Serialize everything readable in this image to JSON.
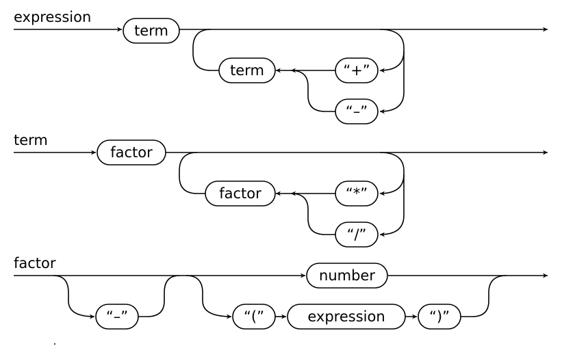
{
  "rules": {
    "expression": {
      "name": "expression",
      "nodes": {
        "term_first": "term",
        "term_loop": "term",
        "plus": "“+”",
        "minus": "“–”"
      }
    },
    "term": {
      "name": "term",
      "nodes": {
        "factor_first": "factor",
        "factor_loop": "factor",
        "times": "“*”",
        "divide": "“/”"
      }
    },
    "factor": {
      "name": "factor",
      "nodes": {
        "number": "number",
        "minus": "“–”",
        "lparen": "“(”",
        "expression": "expression",
        "rparen": "“)”"
      }
    }
  },
  "colors": {
    "stroke": "#000000",
    "background": "#ffffff"
  }
}
